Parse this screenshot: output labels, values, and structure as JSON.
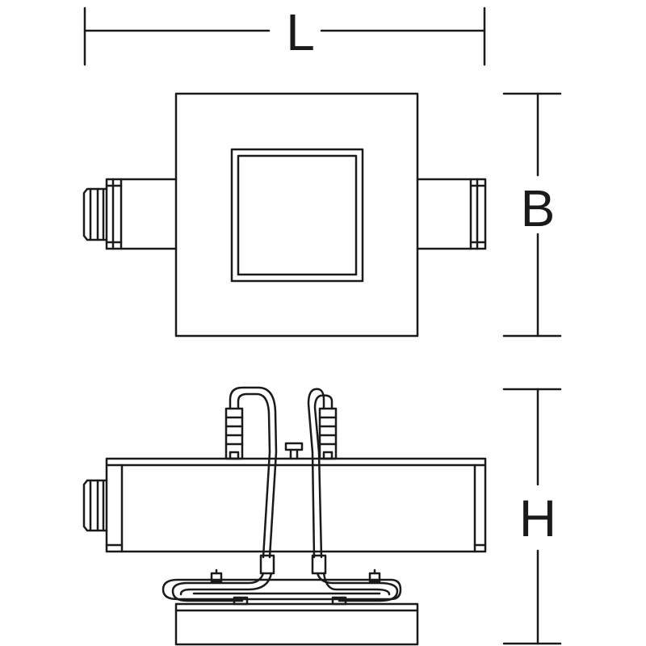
{
  "dimensions": {
    "length": "L",
    "width": "B",
    "height": "H"
  },
  "colors": {
    "line": "#1a1a1a",
    "background": "#ffffff"
  }
}
